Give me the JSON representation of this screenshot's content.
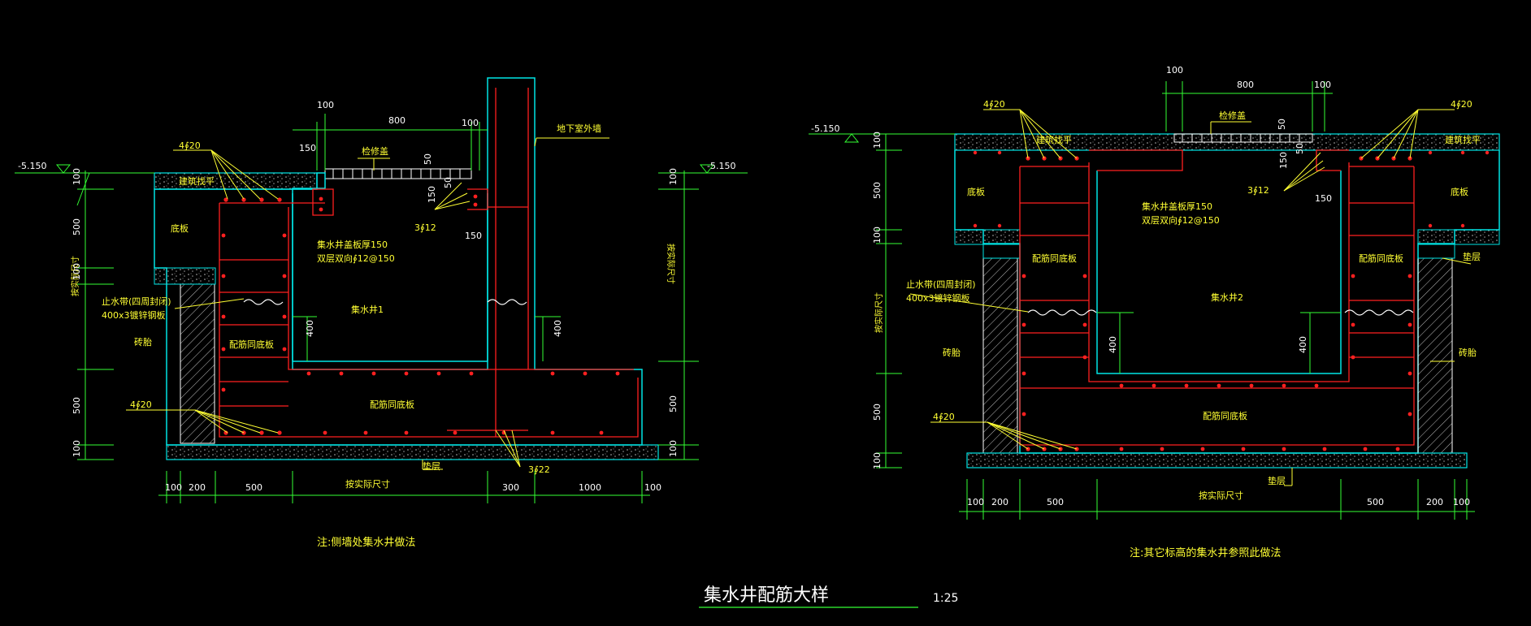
{
  "title": {
    "main": "集水井配筋大样",
    "scale": "1:25"
  },
  "colors": {
    "background": "#000000",
    "wall": "#00e5e5",
    "rebar": "#ff2020",
    "dimension": "#33ff33",
    "text": "#ffff33",
    "leader": "#ffff33",
    "white": "#ffffff"
  },
  "detail1": {
    "elev_left": "-5.150",
    "elev_right": "-5.150",
    "rebar_top": "4∮20",
    "rebar_bottom": "4∮20",
    "bar_side": "3∮12",
    "bar_base": "3∮22",
    "label_floor_finish": "建筑找平",
    "label_slab": "底板",
    "label_cover": "检修盖",
    "label_pit_slab_1": "集水井盖板厚150",
    "label_pit_slab_2": "双层双向∮12@150",
    "label_outer_wall": "地下室外墙",
    "label_pit_name": "集水井1",
    "label_pipe_1": "止水带(四周封闭)",
    "label_pipe_2": "400x3镀锌钢板",
    "label_brick": "砖胎",
    "label_wall_side": "配筋同底板",
    "label_base_slab": "配筋同底板",
    "label_cushion": "垫层",
    "label_actual": "按实际尺寸",
    "label_actual_v": "按实际尺寸",
    "label_actual_v2": "按实际尺寸",
    "dim_top": [
      "150",
      "800",
      "100"
    ],
    "dim_top_100": "100",
    "dim_150": "150",
    "dim_50": "50",
    "dim_50b": "50",
    "dim_150b": "150",
    "dim_left_v": [
      "100",
      "500",
      "100",
      "500",
      "100"
    ],
    "dim_right_v": [
      "100",
      "500",
      "100"
    ],
    "dim_400": "400",
    "dim_400b": "400",
    "dim_bottom": [
      "100",
      "200",
      "500",
      "300",
      "1000",
      "100"
    ],
    "note": "注:侧墙处集水井做法"
  },
  "detail2": {
    "elev_left": "-5.150",
    "rebar_top_left": "4∮20",
    "rebar_top_right": "4∮20",
    "rebar_bottom": "4∮20",
    "bar_side": "3∮12",
    "label_floor_finish_l": "建筑找平",
    "label_floor_finish_r": "建筑找平",
    "label_slab_l": "底板",
    "label_slab_r": "底板",
    "label_cover": "检修盖",
    "label_pit_slab_1": "集水井盖板厚150",
    "label_pit_slab_2": "双层双向∮12@150",
    "label_pit_name": "集水井2",
    "label_pipe_1": "止水带(四周封闭)",
    "label_pipe_2": "400x3镀锌钢板",
    "label_brick_l": "砖胎",
    "label_brick_r": "砖胎",
    "label_wall_l": "配筋同底板",
    "label_wall_r": "配筋同底板",
    "label_base_slab": "配筋同底板",
    "label_cushion_top": "垫层",
    "label_cushion": "垫层",
    "label_actual": "按实际尺寸",
    "label_actual_v": "按实际尺寸",
    "dim_top": [
      "100",
      "800",
      "100"
    ],
    "dim_50a": "50",
    "dim_50b": "50",
    "dim_150a": "150",
    "dim_150b": "150",
    "dim_left_v": [
      "100",
      "500",
      "100",
      "500",
      "100"
    ],
    "dim_400a": "400",
    "dim_400b": "400",
    "dim_bottom": [
      "100",
      "200",
      "500",
      "500",
      "200",
      "100"
    ],
    "note": "注:其它标高的集水井参照此做法"
  }
}
